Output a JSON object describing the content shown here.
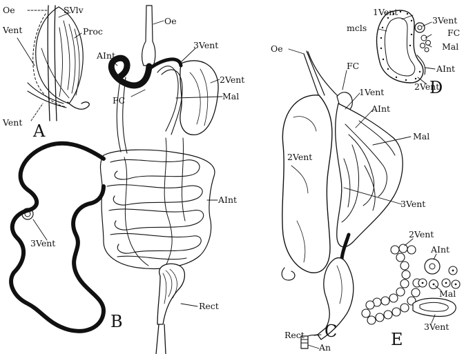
{
  "panels": {
    "A": {
      "letter": "A",
      "labels": {
        "oe": "Oe",
        "svlv": "SVlv",
        "proc": "Proc",
        "vent_top": "Vent",
        "vent_bottom": "Vent"
      }
    },
    "B": {
      "letter": "B",
      "labels": {
        "oe": "Oe",
        "aint_top": "AInt",
        "third_vent": "3Vent",
        "second_vent": "2Vent",
        "mal": "Mal",
        "fc": "FC",
        "aint_mid": "AInt",
        "third_vent_left": "3Vent",
        "rect": "Rect"
      }
    },
    "C": {
      "letter": "C",
      "labels": {
        "oe": "Oe",
        "fc": "FC",
        "first_vent": "1Vent",
        "aint": "AInt",
        "mal": "Mal",
        "second_vent": "2Vent",
        "third_vent": "3Vent",
        "rect": "Rect",
        "an": "An"
      }
    },
    "D": {
      "letter": "D",
      "labels": {
        "first_vent": "1Vent",
        "mcls": "mcls",
        "third_vent": "3Vent",
        "fc": "FC",
        "mal": "Mal",
        "aint": "AInt",
        "second_vent": "2Vent"
      }
    },
    "E": {
      "letter": "E",
      "labels": {
        "second_vent": "2Vent",
        "aint": "AInt",
        "mal": "Mal",
        "third_vent": "3Vent"
      }
    }
  }
}
